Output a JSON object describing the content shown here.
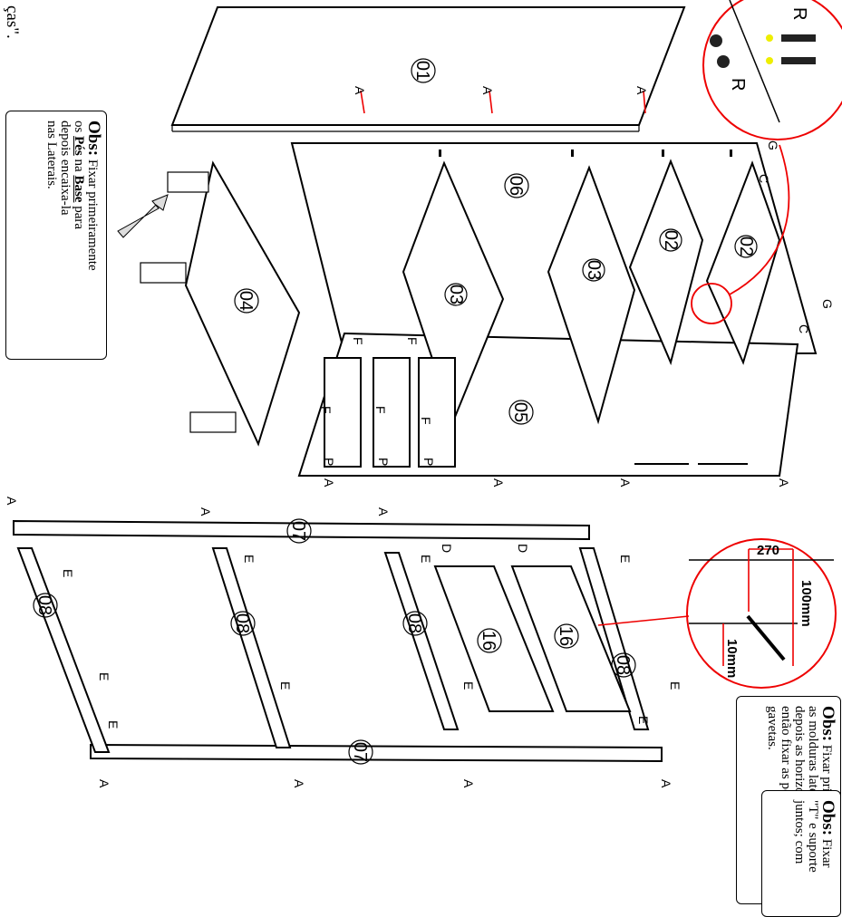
{
  "labels": {
    "parts": {
      "p01": "01",
      "p02a": "02",
      "p02b": "02",
      "p03a": "03",
      "p03b": "03",
      "p04": "04",
      "p05": "05",
      "p06": "06",
      "p07a": "07",
      "p07b": "07",
      "p08a": "08",
      "p08b": "08",
      "p08c": "08",
      "p08d": "08",
      "p16a": "16",
      "p16b": "16"
    },
    "hardware": {
      "A": "A",
      "C": "C",
      "D": "D",
      "E": "E",
      "F": "F",
      "G": "G",
      "P": "P",
      "R": "R"
    },
    "dimensions": {
      "d270": "270",
      "d100": "100mm",
      "d10": "10mm"
    }
  },
  "notes": {
    "base_feet": {
      "bold": "Obs:",
      "t1": " Fixar primeiramente",
      "t2": "os ",
      "u1": "Pés",
      "t3": " na ",
      "u2": "Base",
      "t4": " para",
      "t5": "depois encaixa-la",
      "t6": "nas Laterais."
    },
    "frames": {
      "bold": "Obs:",
      "t1": " Fixar primeiramente",
      "t2": "as molduras laterais e",
      "t3": "depois as horizontais, e só",
      "t4": "então fixar as portas e",
      "t5": "gavetas."
    },
    "supports": {
      "bold": "Obs:",
      "t1": " Fixar",
      "t2": "\"T\" e suporte",
      "t3": "juntos; com"
    },
    "cut_off_text": "ças\"."
  }
}
